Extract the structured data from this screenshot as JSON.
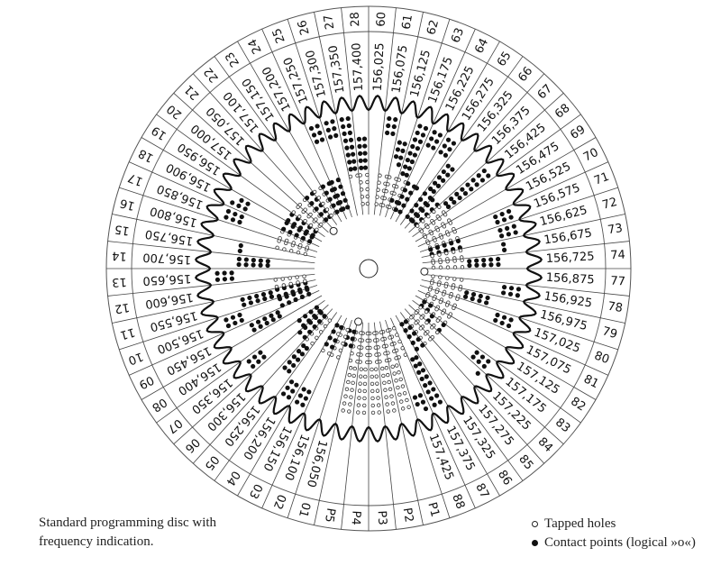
{
  "caption": {
    "line1": "Standard programming disc with",
    "line2": "frequency indication."
  },
  "legend": {
    "tapped_holes": "Tapped holes",
    "contact_points": "Contact points (logical »o«)"
  },
  "disc": {
    "segments_clockwise_from_top": [
      {
        "channel": "60",
        "frequency": "156,025"
      },
      {
        "channel": "61",
        "frequency": "156,075"
      },
      {
        "channel": "62",
        "frequency": "156,125"
      },
      {
        "channel": "63",
        "frequency": "156,175"
      },
      {
        "channel": "64",
        "frequency": "156,225"
      },
      {
        "channel": "65",
        "frequency": "156,275"
      },
      {
        "channel": "66",
        "frequency": "156,325"
      },
      {
        "channel": "67",
        "frequency": "156,375"
      },
      {
        "channel": "68",
        "frequency": "156,425"
      },
      {
        "channel": "69",
        "frequency": "156,475"
      },
      {
        "channel": "70",
        "frequency": "156,525"
      },
      {
        "channel": "71",
        "frequency": "156,575"
      },
      {
        "channel": "72",
        "frequency": "156,625"
      },
      {
        "channel": "73",
        "frequency": "156,675"
      },
      {
        "channel": "74",
        "frequency": "156,725"
      },
      {
        "channel": "77",
        "frequency": "156,875"
      },
      {
        "channel": "78",
        "frequency": "156,925"
      },
      {
        "channel": "79",
        "frequency": "156,975"
      },
      {
        "channel": "80",
        "frequency": "157,025"
      },
      {
        "channel": "81",
        "frequency": "157,075"
      },
      {
        "channel": "82",
        "frequency": "157,125"
      },
      {
        "channel": "83",
        "frequency": "157,175"
      },
      {
        "channel": "84",
        "frequency": "157,225"
      },
      {
        "channel": "85",
        "frequency": "157,275"
      },
      {
        "channel": "86",
        "frequency": "157,325"
      },
      {
        "channel": "87",
        "frequency": "157,375"
      },
      {
        "channel": "88",
        "frequency": "157,425"
      },
      {
        "channel": "P1",
        "frequency": ""
      },
      {
        "channel": "P2",
        "frequency": ""
      },
      {
        "channel": "P3",
        "frequency": ""
      },
      {
        "channel": "P4",
        "frequency": ""
      },
      {
        "channel": "P5",
        "frequency": ""
      },
      {
        "channel": "01",
        "frequency": "156,050"
      },
      {
        "channel": "02",
        "frequency": "156,100"
      },
      {
        "channel": "03",
        "frequency": "156,150"
      },
      {
        "channel": "04",
        "frequency": "156,200"
      },
      {
        "channel": "05",
        "frequency": "156,250"
      },
      {
        "channel": "06",
        "frequency": "156,300"
      },
      {
        "channel": "07",
        "frequency": "156,350"
      },
      {
        "channel": "08",
        "frequency": "156,400"
      },
      {
        "channel": "09",
        "frequency": "156,450"
      },
      {
        "channel": "10",
        "frequency": "156,500"
      },
      {
        "channel": "11",
        "frequency": "156,550"
      },
      {
        "channel": "12",
        "frequency": "156,600"
      },
      {
        "channel": "13",
        "frequency": "156,650"
      },
      {
        "channel": "14",
        "frequency": "156,700"
      },
      {
        "channel": "15",
        "frequency": "156,750"
      },
      {
        "channel": "16",
        "frequency": "156,800"
      },
      {
        "channel": "17",
        "frequency": "156,850"
      },
      {
        "channel": "18",
        "frequency": "156,900"
      },
      {
        "channel": "19",
        "frequency": "156,950"
      },
      {
        "channel": "20",
        "frequency": "157,000"
      },
      {
        "channel": "21",
        "frequency": "157,050"
      },
      {
        "channel": "22",
        "frequency": "157,100"
      },
      {
        "channel": "23",
        "frequency": "157,150"
      },
      {
        "channel": "24",
        "frequency": "157,200"
      },
      {
        "channel": "25",
        "frequency": "157,250"
      },
      {
        "channel": "26",
        "frequency": "157,300"
      },
      {
        "channel": "27",
        "frequency": "157,350"
      },
      {
        "channel": "28",
        "frequency": "157,400"
      }
    ]
  }
}
